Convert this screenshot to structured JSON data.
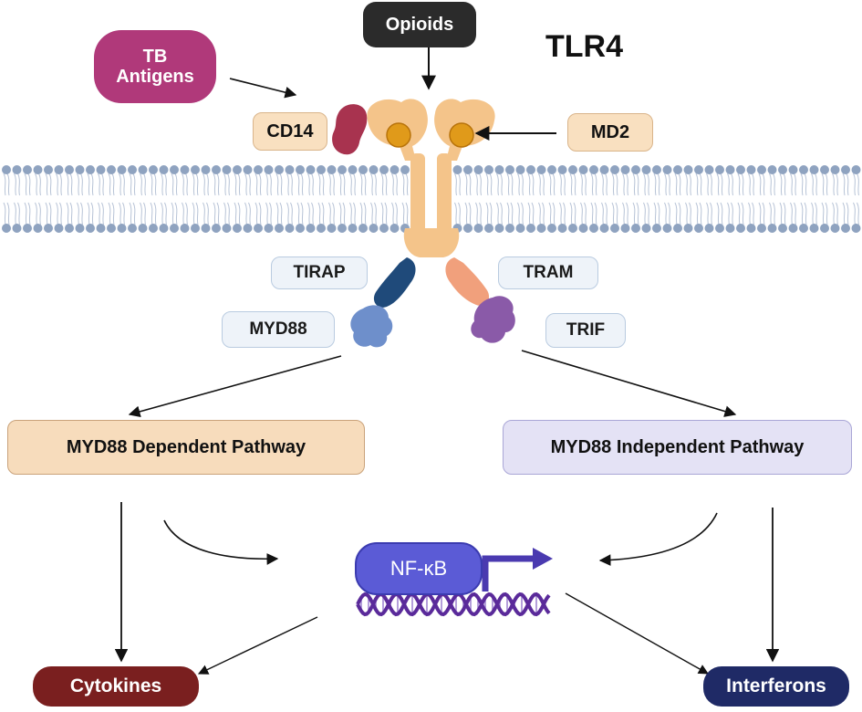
{
  "title": "TLR4",
  "nodes": {
    "opioids": "Opioids",
    "tb_antigens": "TB\nAntigens",
    "cd14": "CD14",
    "md2": "MD2",
    "tirap": "TIRAP",
    "tram": "TRAM",
    "myd88": "MYD88",
    "trif": "TRIF",
    "myd88_dependent": "MYD88 Dependent Pathway",
    "myd88_independent": "MYD88 Independent Pathway",
    "nfkb": "NF-κB",
    "cytokines": "Cytokines",
    "interferons": "Interferons"
  },
  "colors": {
    "opioids": "#2b2b2b",
    "tb_antigens": "#b0397a",
    "receptor": "#f4c48a",
    "ligand_ball": "#e09a1a",
    "cd14_protein": "#a8334f",
    "membrane": "#8fa3c0",
    "tirap_protein": "#1f4a7a",
    "myd88_protein": "#6e8fcb",
    "tram_protein": "#f1a07c",
    "trif_protein": "#8a5aa8",
    "dependent_box": "#f7dcbc",
    "independent_box": "#e4e2f5",
    "nfkb": "#5b5bd6",
    "dna": "#5a2a9a",
    "cytokines": "#7a1f1f",
    "interferons": "#1f2a66"
  },
  "icons": [
    "tlr4-receptor",
    "lipid-bilayer-membrane",
    "dna-helix",
    "transcription-arrow"
  ]
}
